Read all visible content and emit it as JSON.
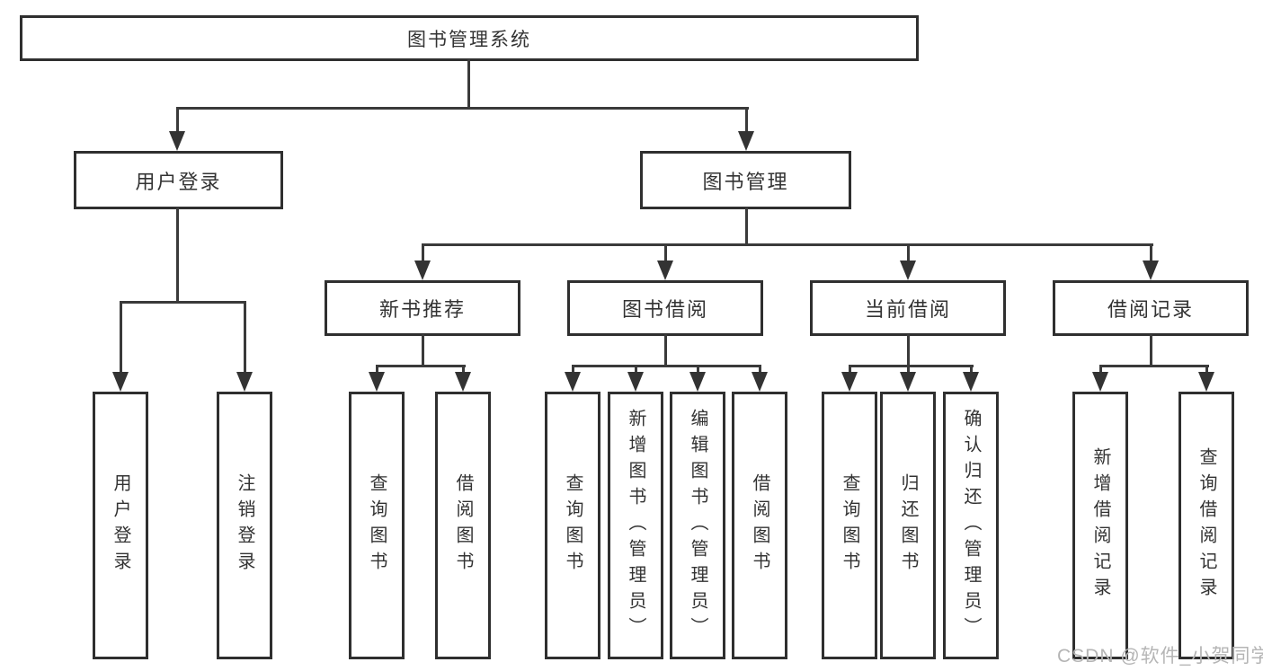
{
  "page": {
    "background": "#ffffff"
  },
  "colors": {
    "line": "#3a3a3a",
    "box_border": "#2f2f2f",
    "text": "#333333",
    "watermark": "#b5b5b5"
  },
  "watermark": {
    "text": "CSDN @软件_小贺同学"
  },
  "diagram": {
    "root": {
      "label": "图书管理系统"
    },
    "branches": [
      {
        "label": "用户登录",
        "children": [
          {
            "label": "用户登录"
          },
          {
            "label": "注销登录"
          }
        ]
      },
      {
        "label": "图书管理",
        "children": [
          {
            "label": "新书推荐",
            "children": [
              {
                "label": "查询图书"
              },
              {
                "label": "借阅图书"
              }
            ]
          },
          {
            "label": "图书借阅",
            "children": [
              {
                "label": "查询图书"
              },
              {
                "label": "新增图书（管理员）"
              },
              {
                "label": "编辑图书（管理员）"
              },
              {
                "label": "借阅图书"
              }
            ]
          },
          {
            "label": "当前借阅",
            "children": [
              {
                "label": "查询图书"
              },
              {
                "label": "归还图书"
              },
              {
                "label": "确认归还（管理员）"
              }
            ]
          },
          {
            "label": "借阅记录",
            "children": [
              {
                "label": "新增借阅记录"
              },
              {
                "label": "查询借阅记录"
              }
            ]
          }
        ]
      }
    ]
  }
}
